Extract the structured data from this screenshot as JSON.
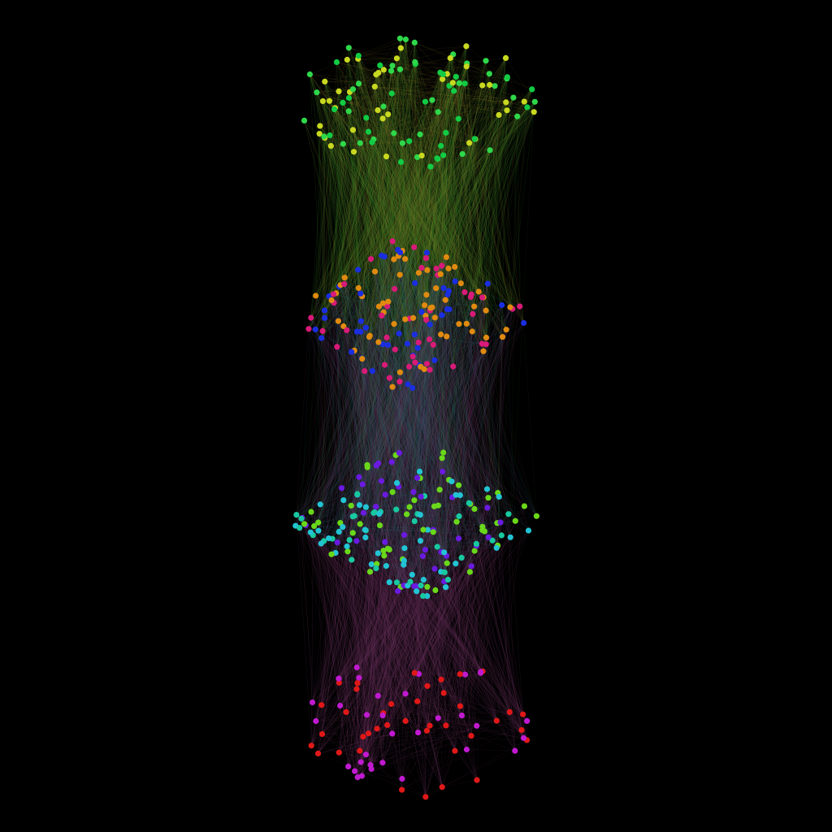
{
  "background_color": "#000000",
  "clusters": [
    {
      "id": "top",
      "colors": [
        "#11cc44",
        "#c8d820",
        "#2ed84a"
      ]
    },
    {
      "id": "upper-middle",
      "colors": [
        "#1a2ee0",
        "#d81a78",
        "#e08a10"
      ]
    },
    {
      "id": "lower-middle",
      "colors": [
        "#22c4d4",
        "#6a1ae0",
        "#6ad81a",
        "#18c8a0"
      ]
    },
    {
      "id": "bottom",
      "colors": [
        "#e01818",
        "#c01ad0"
      ]
    }
  ],
  "edge_color_blend": [
    "#3a8a2a",
    "#8a7a2a",
    "#7a3a6a",
    "#2a6a7a"
  ]
}
